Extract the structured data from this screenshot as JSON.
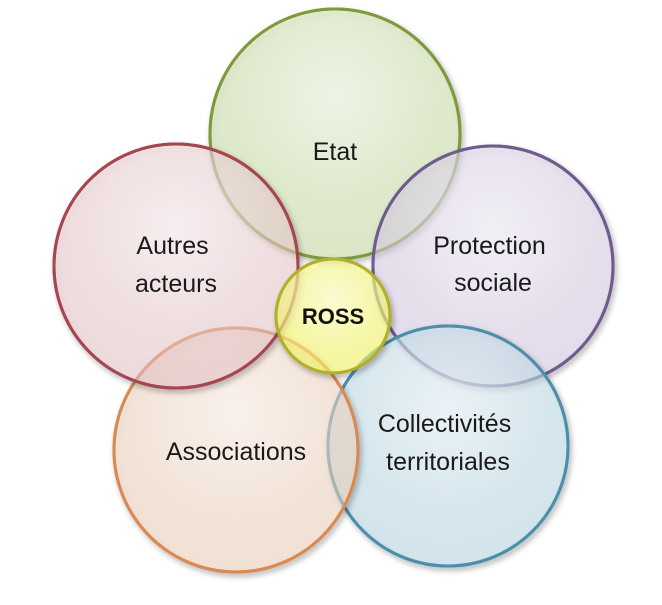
{
  "diagram": {
    "center": {
      "label": "ROSS",
      "color": "#ffff66",
      "stroke": "#b0b02a"
    },
    "nodes": [
      {
        "id": "etat",
        "lines": [
          "Etat"
        ],
        "color": "#c9dfa0",
        "stroke": "#7e9a3c"
      },
      {
        "id": "protection-sociale",
        "lines": [
          "Protection",
          "sociale"
        ],
        "color": "#d9cde8",
        "stroke": "#6f5c8f"
      },
      {
        "id": "collectivites-territoriales",
        "lines": [
          "Collectivités",
          "territoriales"
        ],
        "color": "#b7dcea",
        "stroke": "#4c8fab"
      },
      {
        "id": "associations",
        "lines": [
          "Associations"
        ],
        "color": "#f9d5bd",
        "stroke": "#d98a53"
      },
      {
        "id": "autres-acteurs",
        "lines": [
          "Autres",
          "acteurs"
        ],
        "color": "#f0c7cb",
        "stroke": "#a64651"
      }
    ]
  }
}
